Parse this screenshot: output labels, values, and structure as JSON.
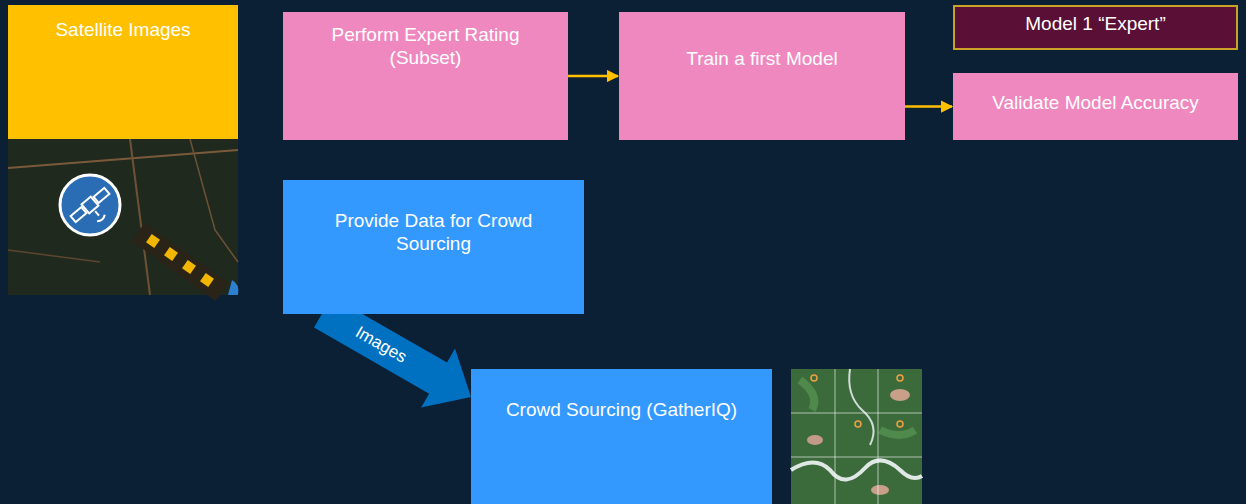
{
  "diagram": {
    "nodes": [
      {
        "text": [
          "Satellite Images"
        ]
      },
      {
        "text": [
          "Perform Expert Rating (Subset)"
        ]
      },
      {
        "text": [
          "Train a first Model"
        ]
      },
      {
        "text": [
          "Model 1 “Expert”"
        ]
      },
      {
        "text": [
          "Validate Model Accuracy"
        ]
      },
      {
        "text": [
          "Provide Data for Crowd Sourcing"
        ]
      },
      {
        "text": [
          "Crowd Sourcing (GatherIQ)"
        ]
      }
    ],
    "edges": [
      {
        "from": 1,
        "to": 2,
        "arrow": "to"
      },
      {
        "from": 2,
        "to": 4,
        "arrow": "to"
      },
      {
        "from": 5,
        "to": 6,
        "label": "Images",
        "arrow": "to"
      }
    ]
  }
}
